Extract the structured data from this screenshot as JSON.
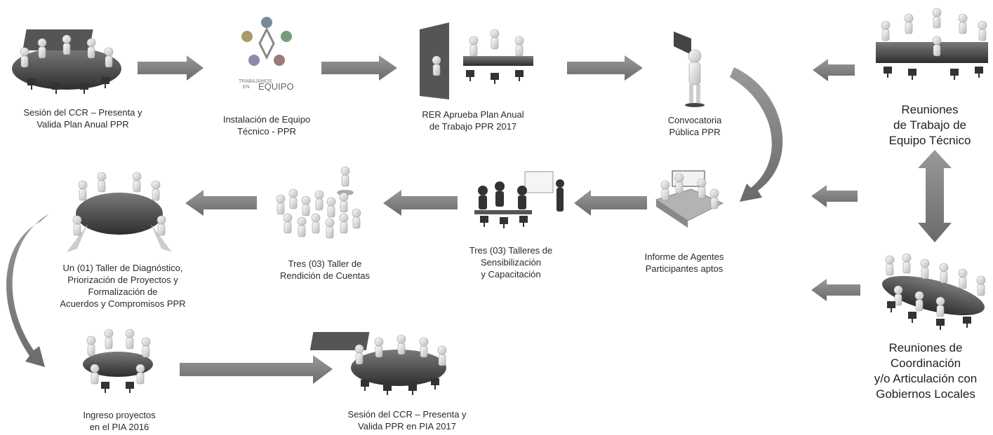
{
  "steps": {
    "ccr_session_1": {
      "lines": [
        "Sesión del CCR – Presenta y",
        "Valida Plan Anual PPR"
      ]
    },
    "team_install": {
      "lines": [
        "Instalación de Equipo",
        "Técnico - PPR"
      ],
      "logo_text": [
        "TRABAJAMOS",
        "EN",
        "EQUIPO"
      ]
    },
    "rer_approves": {
      "lines": [
        "RER Aprueba Plan Anual",
        "de Trabajo PPR 2017"
      ]
    },
    "public_call": {
      "lines": [
        "Convocatoria",
        "Pública PPR"
      ]
    },
    "agents_report": {
      "lines": [
        "Informe de Agentes",
        "Participantes aptos"
      ]
    },
    "workshops_training": {
      "lines": [
        "Tres (03) Talleres de",
        "Sensibilización",
        "y Capacitación"
      ]
    },
    "accountability": {
      "lines": [
        "Tres (03) Taller de",
        "Rendición de Cuentas"
      ]
    },
    "diagnosis_workshop": {
      "lines": [
        "Un (01) Taller de Diagnóstico,",
        "Priorización de Proyectos y",
        "Formalización de",
        "Acuerdos y Compromisos PPR"
      ]
    },
    "projects_pia": {
      "lines": [
        "Ingreso proyectos",
        "en el PIA 2016"
      ]
    },
    "ccr_session_2": {
      "lines": [
        "Sesión del CCR – Presenta y",
        "Valida PPR en PIA 2017"
      ]
    },
    "tech_meetings": {
      "lines": [
        "Reuniones",
        "de Trabajo de",
        "Equipo Técnico"
      ]
    },
    "coord_meetings": {
      "lines": [
        "Reuniones de",
        "Coordinación",
        "y/o Articulación con",
        "Gobiernos Locales"
      ]
    }
  },
  "colors": {
    "arrow": "#7d7d7d",
    "figure": "#e8e8e8",
    "furniture": "#3a3a3a",
    "table": "#555555"
  }
}
